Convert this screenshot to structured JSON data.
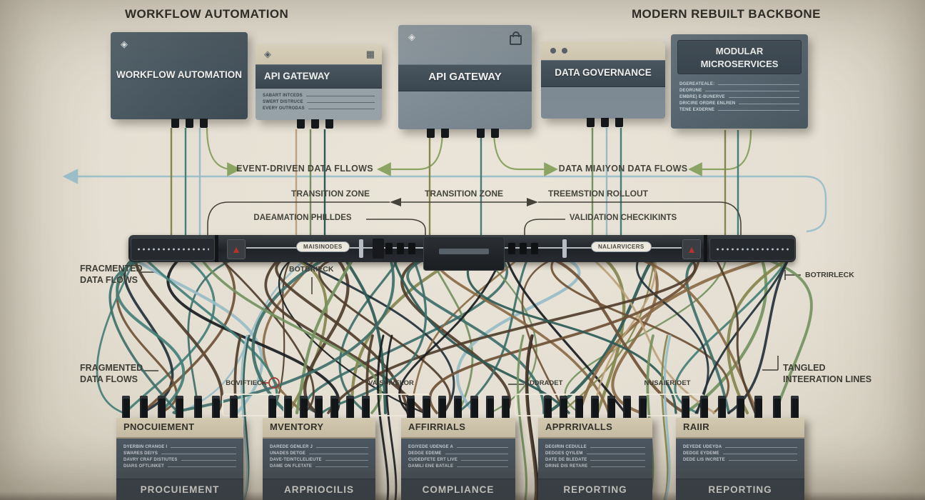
{
  "titles": {
    "left": "WORKFLOW AUTOMATION",
    "right": "MODERN REBUILT BACKBONE"
  },
  "top_boxes": [
    {
      "label": "WORKFLOW AUTOMATION"
    },
    {
      "label": "API GATEWAY",
      "lines": [
        "SABART INTCEDS",
        "SWERT DISTRUCE",
        "EVERY OUTRODAS"
      ]
    },
    {
      "label": "API GATEWAY"
    },
    {
      "label": "DATA GOVERNANCE"
    },
    {
      "label_line1": "MODULAR",
      "label_line2": "MICROSERVICES",
      "lines": [
        "DGEREATEALE:",
        "DEORUNE",
        "EMBRE) E-BUNERVE",
        "DRICIRE ORDRE ENLREN",
        "TENE EXDERNE"
      ]
    }
  ],
  "flow_labels": {
    "event_driven": "EVENT-DRIVEN DATA FLLOWS",
    "data_migration": "DATA MIAIYON DATA FLOWS"
  },
  "transition": {
    "zone_left": "TRANSITION ZONE",
    "zone_mid": "TRANSITION ZONE",
    "rollout": "TREEMSTION ROLLOUT",
    "pipelines": "DAEAMATION PHILLDES",
    "checkpoints": "VALIDATION CHECKIKINTS"
  },
  "bus": {
    "pill_left": "MAISINODES",
    "pill_right": "NALIARVICERS"
  },
  "annotations": {
    "fragmented_top": {
      "line1": "FRACMENTED",
      "line2": "DATA FLOWS"
    },
    "bottleneck_left": "BOTBRIECK",
    "bottleneck_right": "BOTRIRLECK",
    "fragmented_bottom": {
      "line1": "FRAGMENTED",
      "line2": "DATA FLOWS"
    },
    "tangled": {
      "line1": "TANGLED",
      "line2": "INTEERATION LINES"
    },
    "chips": [
      "BOVIFTIECK",
      "VAISUIVELOR",
      "EDDRADET",
      "NUSAIERIOET"
    ]
  },
  "bottom_boxes": [
    {
      "top_label": "PNOCUIEMENT",
      "bottom_label": "PROCUIEMENT",
      "lines": [
        "DYERBIN CRANGE I",
        "SWARES DEIYS",
        "DAVRY CRAF DISTIUTES",
        "DIARS OFTLINKET"
      ]
    },
    {
      "top_label": "MVENTORY",
      "bottom_label": "ARPRIOCILIS",
      "lines": [
        "DAREDE GENLER J",
        "UNADES DETGE",
        "DAVE-TEINTCLELIEUTE",
        "DAME ON FLETATE"
      ]
    },
    {
      "top_label": "AFFIRRIALS",
      "bottom_label": "COMPLIANCE",
      "lines": [
        "EGIYEDE UDENGE A",
        "DEDGE EDEME",
        "CUDEDFETE ERT LIVE",
        "DAMILI ENE BATALE"
      ]
    },
    {
      "top_label": "APPRRIVALLS",
      "bottom_label": "REPORTING",
      "lines": [
        "DEGIRIN CEDULLE",
        "DEDGES QYILEM",
        "DATE DE BLEDATE",
        "DRINE DIS RETARE"
      ]
    },
    {
      "top_label": "RAIIR",
      "bottom_label": "REPORTING",
      "lines": [
        "DEYEDE UDEYDA",
        "DEDGE EYDEME",
        "DEDE LIS INCRETE"
      ]
    }
  ],
  "palette": {
    "background": "#e6e1d4",
    "box_slate": "#4e5c66",
    "box_beige": "#d8cfba",
    "bus_dark": "#24282c",
    "warning_red": "#b5332e",
    "label_ink": "#45453c",
    "arrow_green": "#8ba463",
    "arrow_blue": "#9dc0cb"
  },
  "wire_colors": [
    "#447f78",
    "#2c5a55",
    "#6f5136",
    "#bda27b",
    "#85854e",
    "#24313a",
    "#191c1f",
    "#74925f",
    "#98bcc6",
    "#503e2c",
    "#3f6f6a",
    "#8a6a45"
  ]
}
